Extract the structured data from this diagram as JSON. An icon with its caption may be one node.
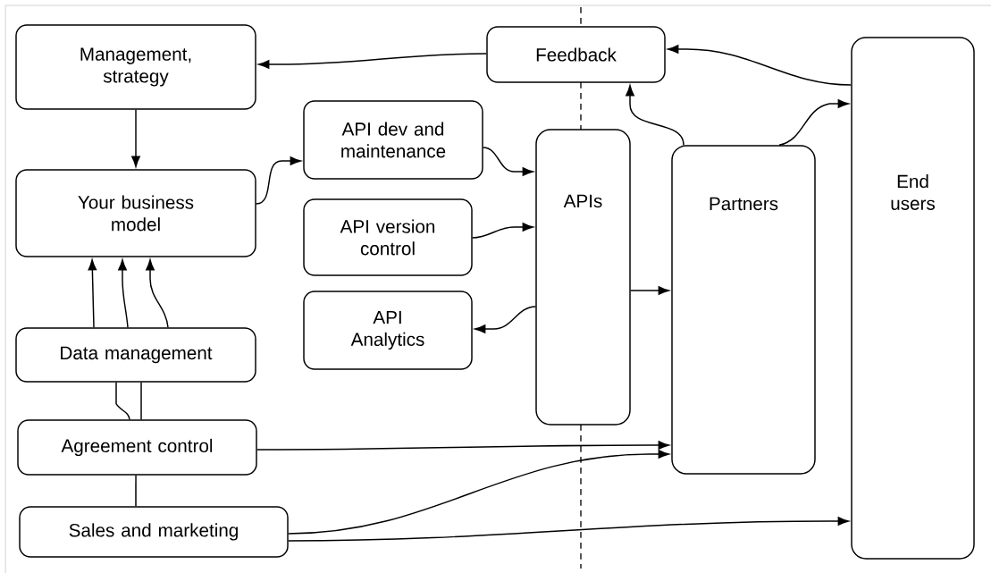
{
  "diagram": {
    "nodes": [
      {
        "text": [
          "Management, strategy"
        ]
      },
      {
        "text": [
          "Feedback"
        ]
      },
      {
        "text": [
          "API dev and maintenance"
        ]
      },
      {
        "text": [
          "Your business model"
        ]
      },
      {
        "text": [
          "APIs"
        ]
      },
      {
        "text": [
          "Partners"
        ]
      },
      {
        "text": [
          "End users"
        ]
      },
      {
        "text": [
          "API version control"
        ]
      },
      {
        "text": [
          "API Analytics"
        ]
      },
      {
        "text": [
          "Data management"
        ]
      },
      {
        "text": [
          "Agreement control"
        ]
      },
      {
        "text": [
          "Sales and marketing"
        ]
      }
    ],
    "edges": [
      {
        "from": 1,
        "to": 0,
        "arrow": "to"
      },
      {
        "from": 0,
        "to": 3,
        "arrow": "to"
      },
      {
        "from": 3,
        "to": 2,
        "arrow": "to"
      },
      {
        "from": 2,
        "to": 4,
        "arrow": "to"
      },
      {
        "from": 7,
        "to": 4,
        "arrow": "to"
      },
      {
        "from": 4,
        "to": 8,
        "arrow": "to"
      },
      {
        "from": 4,
        "to": 5,
        "arrow": "to"
      },
      {
        "from": 5,
        "to": 1,
        "arrow": "to"
      },
      {
        "from": 5,
        "to": 6,
        "arrow": "to"
      },
      {
        "from": 6,
        "to": 1,
        "arrow": "to"
      },
      {
        "from": 9,
        "to": 3,
        "arrow": "to"
      },
      {
        "from": 9,
        "to": 3,
        "arrow": "to"
      },
      {
        "from": 9,
        "to": 3,
        "arrow": "to"
      },
      {
        "from": 10,
        "to": 9,
        "arrow": "none"
      },
      {
        "from": 10,
        "to": 9,
        "arrow": "none"
      },
      {
        "from": 11,
        "to": 10,
        "arrow": "none"
      },
      {
        "from": 10,
        "to": 5,
        "arrow": "to"
      },
      {
        "from": 11,
        "to": 5,
        "arrow": "to"
      },
      {
        "from": 11,
        "to": 6,
        "arrow": "to"
      }
    ]
  }
}
